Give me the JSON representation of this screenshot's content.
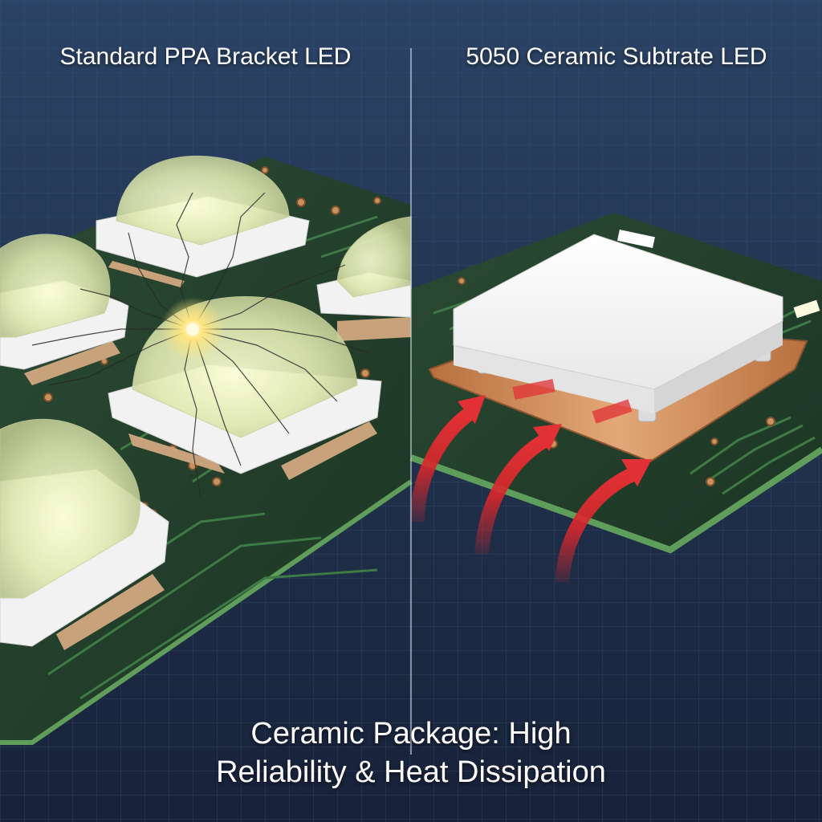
{
  "panels": {
    "left_title": "Standard PPA Bracket LED",
    "right_title": "5050 Ceramic Subtrate LED"
  },
  "caption": {
    "line1": "Ceramic Package: High",
    "line2": "Reliability & Heat Dissipation"
  },
  "colors": {
    "background": "#1d2a40",
    "grid": "#3a5577",
    "pcb": "#24422d",
    "pcb_edge": "#5f9e5a",
    "trace": "#3d7a44",
    "pad_copper": "#c99a6b",
    "ppa_white": "#f2f2f2",
    "dome": "#e9efc0",
    "crack": "#2a2a2a",
    "spark": "#ffe680",
    "ceramic": "#f4f4f4",
    "copper_substrate": "#c98a5a",
    "heat_arrow": "#d8272b",
    "divider": "#c8d4e4"
  },
  "icons": {
    "crack": "crack-icon",
    "spark": "spark-icon",
    "heat_arrow": "heat-arrow-icon"
  }
}
